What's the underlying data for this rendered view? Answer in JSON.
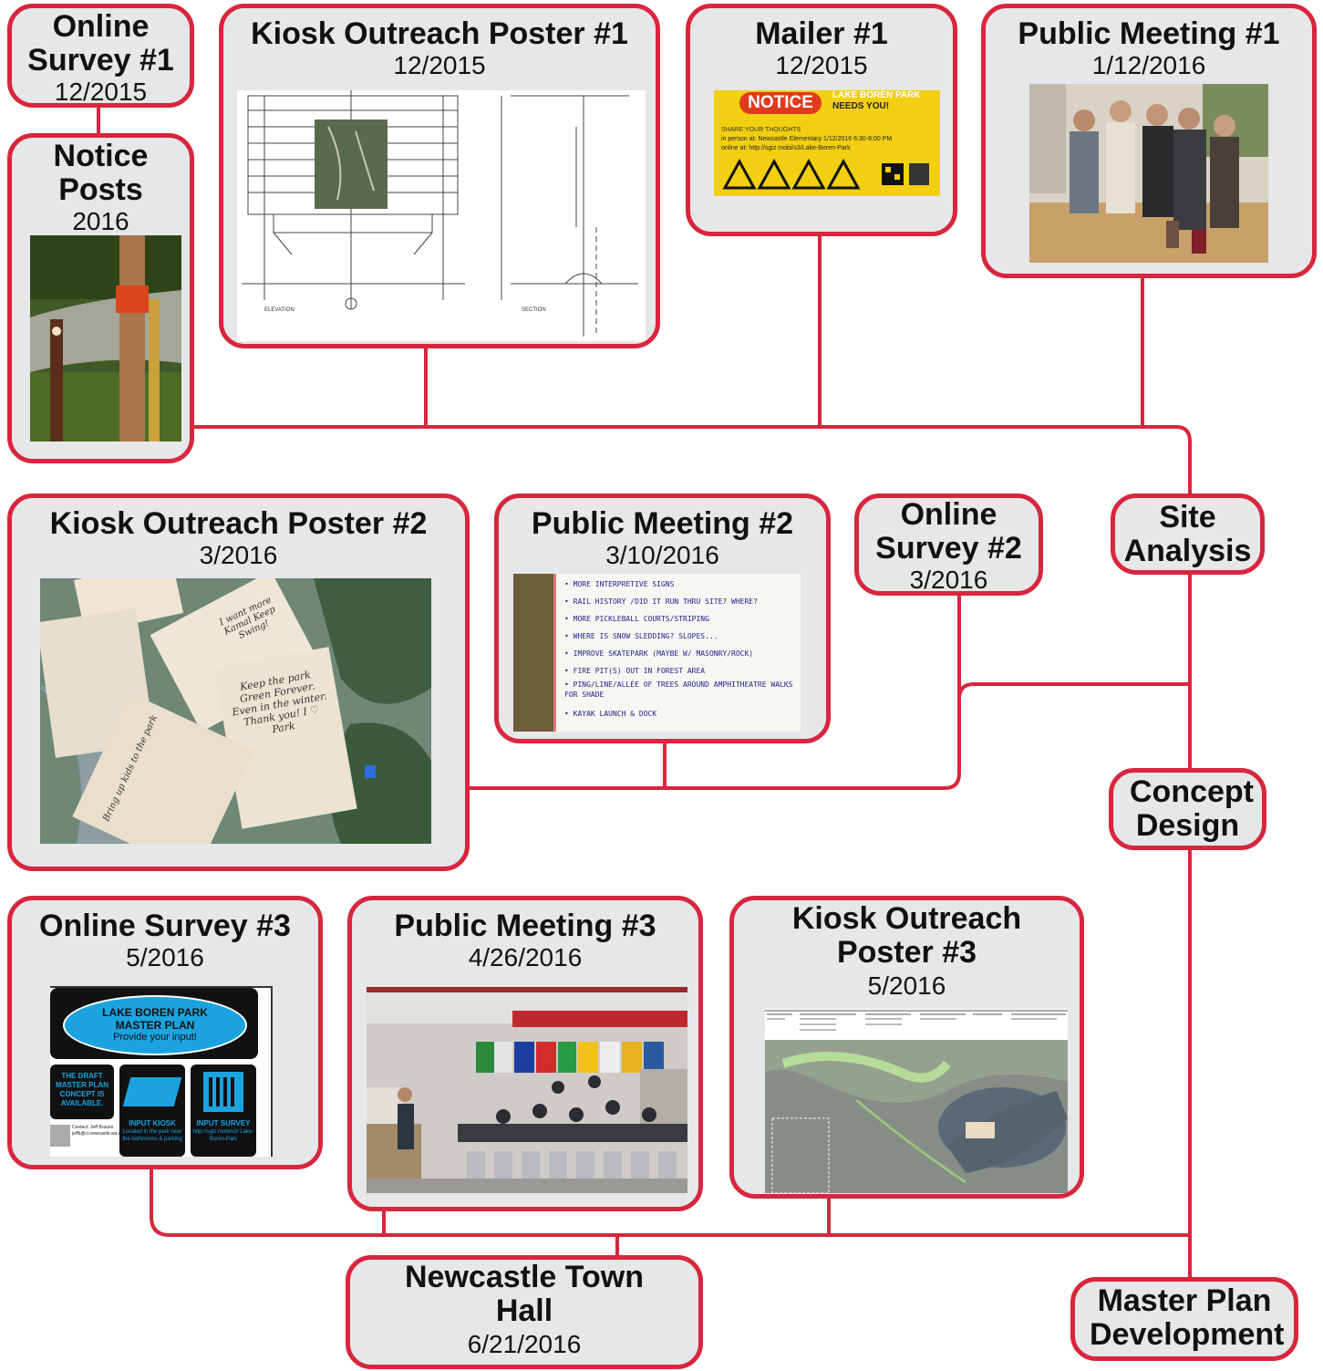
{
  "nodes": {
    "online_survey_1": {
      "title": "Online Survey #1",
      "date": "12/2015"
    },
    "notice_posts": {
      "title": "Notice Posts",
      "date": "2016"
    },
    "kiosk_poster_1": {
      "title": "Kiosk Outreach Poster #1",
      "date": "12/2015",
      "plan_labels": {
        "elevation": "ELEVATION",
        "section": "SECTION"
      }
    },
    "mailer_1": {
      "title": "Mailer #1",
      "date": "12/2015",
      "mailer": {
        "notice": "NOTICE",
        "line1": "LAKE BOREN PARK",
        "line2": "NEEDS YOU!",
        "share": "SHARE YOUR THOUGHTS",
        "event": "in person at: Newcastle Elementary 1/12/2016 6:30-8:00 PM",
        "online": "online at: http://sgiz.mobi/s3/Lake-Boren-Park"
      }
    },
    "public_meeting_1": {
      "title": "Public Meeting #1",
      "date": "1/12/2016"
    },
    "site_analysis": {
      "title": "Site Analysis"
    },
    "kiosk_poster_2": {
      "title": "Kiosk Outreach Poster #2",
      "date": "3/2016",
      "tags": [
        "Keep the park Green Forever. Even in the winter. Thank you! I ♡ Park",
        "I want more Kamal Keep Swing!",
        "Bring up kids to the park"
      ]
    },
    "public_meeting_2": {
      "title": "Public Meeting #2",
      "date": "3/10/2016",
      "notes": [
        "• MORE INTERPRETIVE SIGNS",
        "• RAIL HISTORY /DID IT RUN THRU SITE? WHERE?",
        "• MORE PICKLEBALL COURTS/STRIPING",
        "• WHERE IS SNOW SLEDDING? SLOPES...",
        "• IMPROVE SKATEPARK (MAYBE W/ MASONRY/ROCK)",
        "• FIRE PIT(S) OUT IN FOREST AREA",
        "• PING/LINE/ALLÉE OF TREES AROUND AMPHITHEATRE WALKS FOR SHADE",
        "• KAYAK LAUNCH & DOCK"
      ]
    },
    "online_survey_2": {
      "title": "Online Survey #2",
      "date": "3/2016"
    },
    "concept_design": {
      "title": "Concept Design"
    },
    "online_survey_3": {
      "title": "Online Survey #3",
      "date": "5/2016",
      "flyer": {
        "header1": "LAKE BOREN PARK",
        "header2": "MASTER PLAN",
        "header3": "Provide your input!",
        "draft": "THE DRAFT MASTER PLAN CONCEPT IS AVAILABLE.",
        "kiosk_title": "INPUT KIOSK",
        "kiosk_sub": "Located in the park near the bathrooms & parking",
        "survey_title": "INPUT SURVEY",
        "survey_sub": "http://sgiz.mobi/s3/ Lake-Boren-Park",
        "contact": "Contact: Jeff Brauns jeffb@ci.newcastle.wa.us"
      }
    },
    "public_meeting_3": {
      "title": "Public Meeting #3",
      "date": "4/26/2016"
    },
    "kiosk_poster_3": {
      "title": "Kiosk Outreach Poster #3",
      "date": "5/2016"
    },
    "town_hall": {
      "title": "Newcastle Town Hall",
      "date": "6/21/2016"
    },
    "master_plan": {
      "title": "Master Plan Development"
    }
  },
  "colors": {
    "accent": "#d7263d",
    "box_fill": "#e6e7e9"
  }
}
